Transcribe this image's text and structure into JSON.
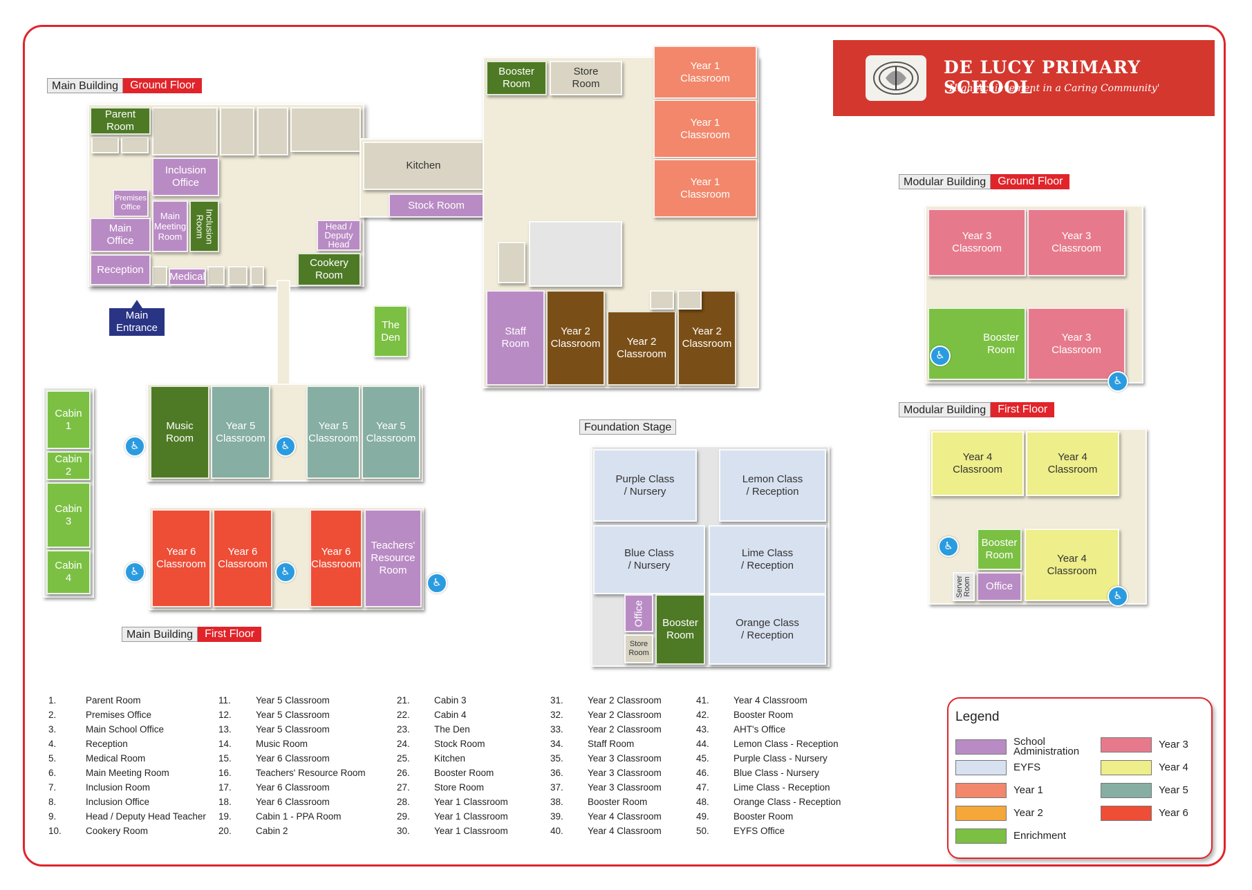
{
  "school": {
    "name": "DE LUCY PRIMARY SCHOOL",
    "motto": "'High Achievement in a Caring Community'"
  },
  "section_labels": {
    "main_ground": {
      "building": "Main Building",
      "floor": "Ground Floor"
    },
    "main_first": {
      "building": "Main Building",
      "floor": "First Floor"
    },
    "modular_ground": {
      "building": "Modular Building",
      "floor": "Ground Floor"
    },
    "modular_first": {
      "building": "Modular Building",
      "floor": "First Floor"
    },
    "foundation": "Foundation Stage"
  },
  "main_entrance": "Main\nEntrance",
  "rooms": {
    "parent_room": "Parent\nRoom",
    "inclusion_office": "Inclusion\nOffice",
    "premises_office": "Premises\nOffice",
    "main_office": "Main\nOffice",
    "main_meeting_room": "Main\nMeeting\nRoom",
    "inclusion_room": "Inclusion\nRoom",
    "reception": "Reception",
    "medical": "Medical",
    "head_deputy": "Head /\nDeputy\nHead",
    "cookery_room": "Cookery\nRoom",
    "kitchen": "Kitchen",
    "stock_room": "Stock Room",
    "booster_room_top": "Booster\nRoom",
    "store_room_top": "Store\nRoom",
    "year1_a": "Year 1\nClassroom",
    "year1_b": "Year 1\nClassroom",
    "year1_c": "Year 1\nClassroom",
    "staff_room": "Staff\nRoom",
    "year2_a": "Year 2\nClassroom",
    "year2_b": "Year 2\nClassroom",
    "year2_c": "Year 2\nClassroom",
    "the_den": "The\nDen",
    "cabin1": "Cabin\n1",
    "cabin2": "Cabin\n2",
    "cabin3": "Cabin\n3",
    "cabin4": "Cabin\n4",
    "music_room": "Music\nRoom",
    "year5_a": "Year 5\nClassroom",
    "year5_b": "Year 5\nClassroom",
    "year5_c": "Year 5\nClassroom",
    "year6_a": "Year 6\nClassroom",
    "year6_b": "Year 6\nClassroom",
    "year6_c": "Year 6\nClassroom",
    "teachers_resource": "Teachers'\nResource\nRoom",
    "purple_class": "Purple Class\n/ Nursery",
    "lemon_class": "Lemon Class\n/ Reception",
    "blue_class": "Blue Class\n/ Nursery",
    "lime_class": "Lime Class\n/ Reception",
    "fs_office": "Office",
    "fs_booster": "Booster\nRoom",
    "fs_store": "Store\nRoom",
    "orange_class": "Orange Class\n/ Reception",
    "year3_a": "Year 3\nClassroom",
    "year3_b": "Year 3\nClassroom",
    "year3_c": "Year 3\nClassroom",
    "mod_booster": "Booster\nRoom",
    "year4_a": "Year 4\nClassroom",
    "year4_b": "Year 4\nClassroom",
    "year4_c": "Year 4\nClassroom",
    "mod_booster2": "Booster\nRoom",
    "server_room": "Server\nRoom",
    "mod_office": "Office"
  },
  "index": [
    [
      [
        "1.",
        "Parent Room"
      ],
      [
        "2.",
        "Premises Office"
      ],
      [
        "3.",
        "Main School Office"
      ],
      [
        "4.",
        "Reception"
      ],
      [
        "5.",
        "Medical Room"
      ],
      [
        "6.",
        "Main Meeting Room"
      ],
      [
        "7.",
        "Inclusion Room"
      ],
      [
        "8.",
        "Inclusion Office"
      ],
      [
        "9.",
        "Head / Deputy Head Teacher"
      ],
      [
        "10.",
        "Cookery Room"
      ]
    ],
    [
      [
        "11.",
        "Year 5 Classroom"
      ],
      [
        "12.",
        "Year 5 Classroom"
      ],
      [
        "13.",
        "Year 5 Classroom"
      ],
      [
        "14.",
        "Music Room"
      ],
      [
        "15.",
        "Year 6 Classroom"
      ],
      [
        "16.",
        "Teachers' Resource Room"
      ],
      [
        "17.",
        "Year 6 Classroom"
      ],
      [
        "18.",
        "Year 6 Classroom"
      ],
      [
        "19.",
        "Cabin 1 - PPA Room"
      ],
      [
        "20.",
        "Cabin 2"
      ]
    ],
    [
      [
        "21.",
        "Cabin 3"
      ],
      [
        "22.",
        "Cabin 4"
      ],
      [
        "23.",
        "The Den"
      ],
      [
        "24.",
        "Stock Room"
      ],
      [
        "25.",
        "Kitchen"
      ],
      [
        "26.",
        "Booster Room"
      ],
      [
        "27.",
        "Store Room"
      ],
      [
        "28.",
        "Year 1 Classroom"
      ],
      [
        "29.",
        "Year 1 Classroom"
      ],
      [
        "30.",
        "Year 1 Classroom"
      ]
    ],
    [
      [
        "31.",
        "Year 2 Classroom"
      ],
      [
        "32.",
        "Year 2 Classroom"
      ],
      [
        "33.",
        "Year 2 Classroom"
      ],
      [
        "34.",
        "Staff Room"
      ],
      [
        "35.",
        "Year 3 Classroom"
      ],
      [
        "36.",
        "Year 3 Classroom"
      ],
      [
        "37.",
        "Year 3 Classroom"
      ],
      [
        "38.",
        "Booster Room"
      ],
      [
        "39.",
        "Year 4 Classroom"
      ],
      [
        "40.",
        "Year 4 Classroom"
      ]
    ],
    [
      [
        "41.",
        "Year 4 Classroom"
      ],
      [
        "42.",
        "Booster Room"
      ],
      [
        "43.",
        "AHT's Office"
      ],
      [
        "44.",
        "Lemon Class - Reception"
      ],
      [
        "45.",
        "Purple Class - Nursery"
      ],
      [
        "46.",
        "Blue Class - Nursery"
      ],
      [
        "47.",
        "Lime Class - Reception"
      ],
      [
        "48.",
        "Orange Class - Reception"
      ],
      [
        "49.",
        "Booster Room"
      ],
      [
        "50.",
        "EYFS Office"
      ]
    ]
  ],
  "legend": {
    "title": "Legend",
    "items": [
      {
        "label": "School\nAdministration",
        "color": "#b98bc4"
      },
      {
        "label": "EYFS",
        "color": "#d8e1f0"
      },
      {
        "label": "Year 1",
        "color": "#f2876b"
      },
      {
        "label": "Year 2",
        "color": "#f5a73a"
      },
      {
        "label": "Enrichment",
        "color": "#7bc043"
      },
      {
        "label": "Year 3",
        "color": "#e67a8c"
      },
      {
        "label": "Year 4",
        "color": "#eeee8a"
      },
      {
        "label": "Year 5",
        "color": "#86aea3"
      },
      {
        "label": "Year 6",
        "color": "#ee4d36"
      }
    ]
  },
  "icons": {
    "lift": "disabled-access-icon"
  }
}
